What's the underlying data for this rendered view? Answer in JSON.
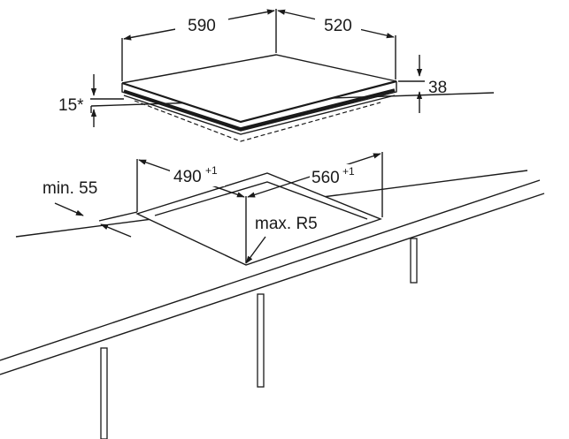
{
  "diagram": {
    "hob": {
      "width_label": "590",
      "depth_label": "520",
      "height_label": "38",
      "edge_label": "15*"
    },
    "cutout": {
      "width_label": "560",
      "width_tol": "+1",
      "depth_label": "490",
      "depth_tol": "+1",
      "wall_clearance_label": "min. 55",
      "corner_radius_label": "max. R5"
    }
  }
}
